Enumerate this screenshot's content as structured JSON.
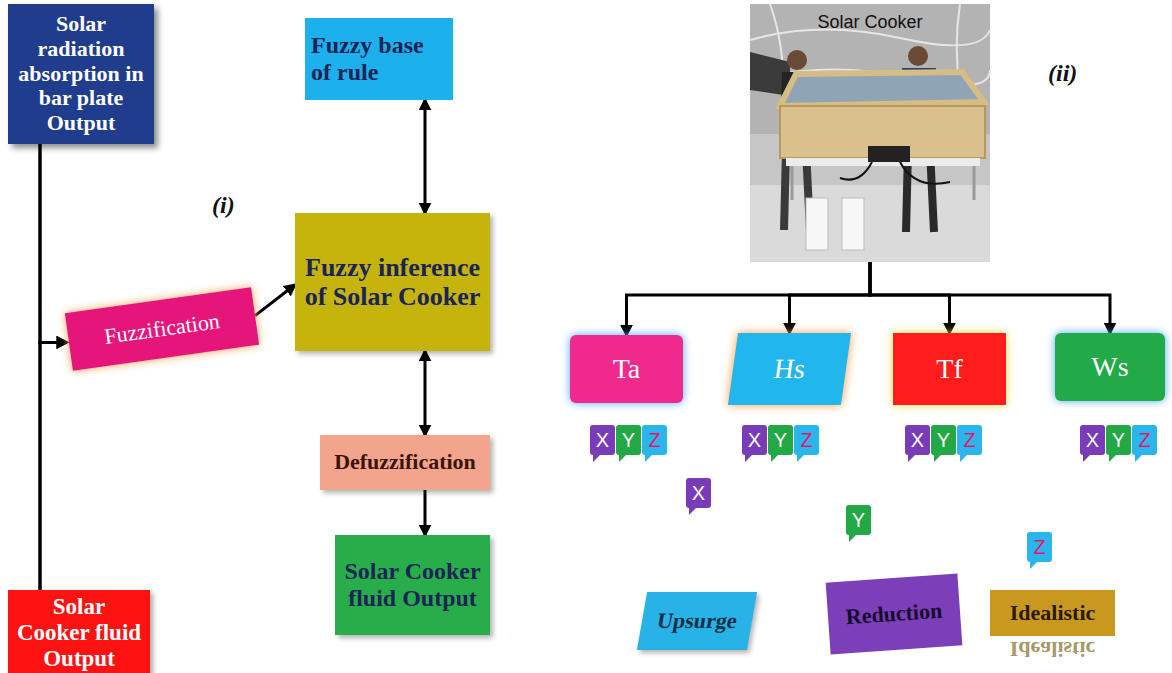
{
  "diagram": {
    "nodes": [
      {
        "text": [
          "Solar radiation absorption in bar plate Output"
        ]
      },
      {
        "text": [
          "Fuzzy base of rule"
        ]
      },
      {
        "text": [
          "Solar Cooker"
        ]
      },
      {
        "text": [
          "Fuzzy inference of Solar Cooker"
        ]
      },
      {
        "text": [
          "Fuzzification"
        ]
      },
      {
        "text": [
          "Ta"
        ]
      },
      {
        "text": [
          "Hs"
        ]
      },
      {
        "text": [
          "Tf"
        ]
      },
      {
        "text": [
          "Ws"
        ]
      },
      {
        "text": [
          "X"
        ]
      },
      {
        "text": [
          "Y"
        ]
      },
      {
        "text": [
          "Z"
        ]
      },
      {
        "text": [
          "X"
        ]
      },
      {
        "text": [
          "Y"
        ]
      },
      {
        "text": [
          "Z"
        ]
      },
      {
        "text": [
          "X"
        ]
      },
      {
        "text": [
          "Y"
        ]
      },
      {
        "text": [
          "Z"
        ]
      },
      {
        "text": [
          "X"
        ]
      },
      {
        "text": [
          "Y"
        ]
      },
      {
        "text": [
          "Z"
        ]
      },
      {
        "text": [
          "Defuzzification"
        ]
      },
      {
        "text": [
          "X"
        ]
      },
      {
        "text": [
          "Y"
        ]
      },
      {
        "text": [
          "Z"
        ]
      },
      {
        "text": [
          "Solar Cooker fluid Output"
        ]
      },
      {
        "text": [
          "Upsurge"
        ]
      },
      {
        "text": [
          "Reduction"
        ]
      },
      {
        "text": [
          "Idealistic"
        ]
      },
      {
        "text": [
          "Solar Cooker fluid Output"
        ]
      }
    ],
    "edges": [
      {
        "from": 0,
        "to": 29,
        "arrow": "none"
      },
      {
        "from": 0,
        "to": 4,
        "arrow": "to"
      },
      {
        "from": 29,
        "to": 4,
        "arrow": "to"
      },
      {
        "from": 4,
        "to": 3,
        "arrow": "to"
      },
      {
        "from": 1,
        "to": 3,
        "arrow": "both"
      },
      {
        "from": 3,
        "to": 21,
        "arrow": "both"
      },
      {
        "from": 21,
        "to": 25,
        "arrow": "to"
      },
      {
        "from": 2,
        "to": 5,
        "arrow": "to"
      },
      {
        "from": 2,
        "to": 6,
        "arrow": "to"
      },
      {
        "from": 2,
        "to": 7,
        "arrow": "to"
      },
      {
        "from": 2,
        "to": 8,
        "arrow": "to"
      }
    ],
    "labels": [
      "(i)",
      "(ii)",
      "Idealistic"
    ]
  }
}
